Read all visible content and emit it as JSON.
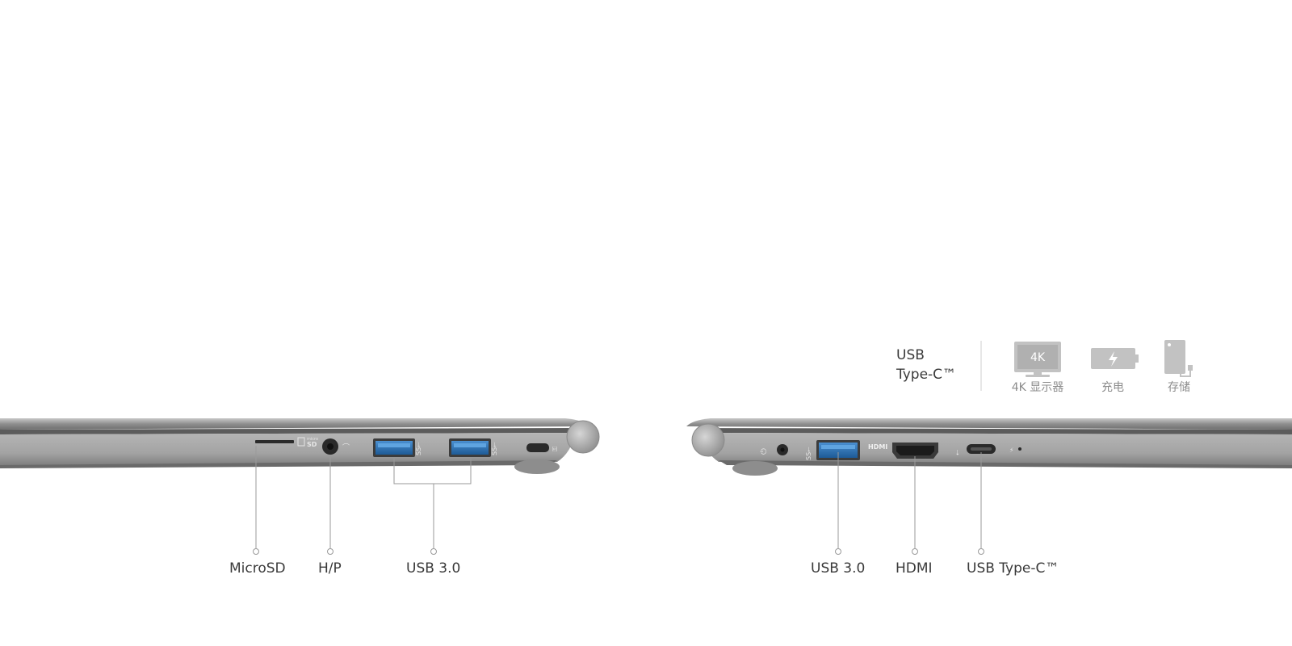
{
  "left_side": {
    "labels": [
      "MicroSD",
      "H/P",
      "USB 3.0"
    ]
  },
  "right_side": {
    "labels": [
      "USB 3.0",
      "HDMI",
      "USB Type-C™"
    ]
  },
  "usb_c_features": {
    "title_line1": "USB",
    "title_line2": "Type-C™",
    "items": [
      {
        "icon": "monitor-4k-icon",
        "badge": "4K",
        "label": "4K 显示器"
      },
      {
        "icon": "battery-charge-icon",
        "label": "充电"
      },
      {
        "icon": "external-storage-icon",
        "label": "存储"
      }
    ]
  },
  "port_markings": {
    "hdmi": "HDMI",
    "microsd": "micro SD"
  },
  "colors": {
    "chassis": "#8b8b8b",
    "chassis_light": "#b8b8b8",
    "usb_blue": "#2f72b3",
    "leader_line": "#9a9a9a",
    "feature_gray": "#c2c2c2"
  }
}
